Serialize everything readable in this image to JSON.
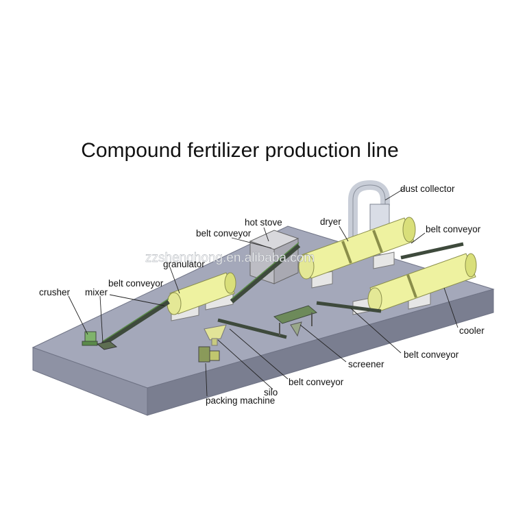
{
  "title": "Compound fertilizer production line",
  "watermark": "zzshenghong.en.alibaba.com",
  "colors": {
    "base_top": "#a4a8ba",
    "base_front": "#8e92a4",
    "base_side": "#7a7e90",
    "drum": "#eef2a0",
    "drum_shade": "#d9df7a",
    "belt": "#3e4a3c",
    "belt_frame": "#5a8a4a",
    "block": "#e6e6e6",
    "duct": "#d9dde6"
  },
  "labels": {
    "dust_collector": "dust collector",
    "dryer": "dryer",
    "hot_stove": "hot stove",
    "belt_conveyor_hotstove": "belt conveyor",
    "belt_conveyor_right": "belt conveyor",
    "granulator": "granulator",
    "crusher": "crusher",
    "mixer": "mixer",
    "belt_conveyor_left": "belt conveyor",
    "cooler": "cooler",
    "screener": "screener",
    "belt_conveyor_bottom_right": "belt conveyor",
    "belt_conveyor_bottom": "belt conveyor",
    "silo": "silo",
    "packing_machine": "packing machine"
  }
}
